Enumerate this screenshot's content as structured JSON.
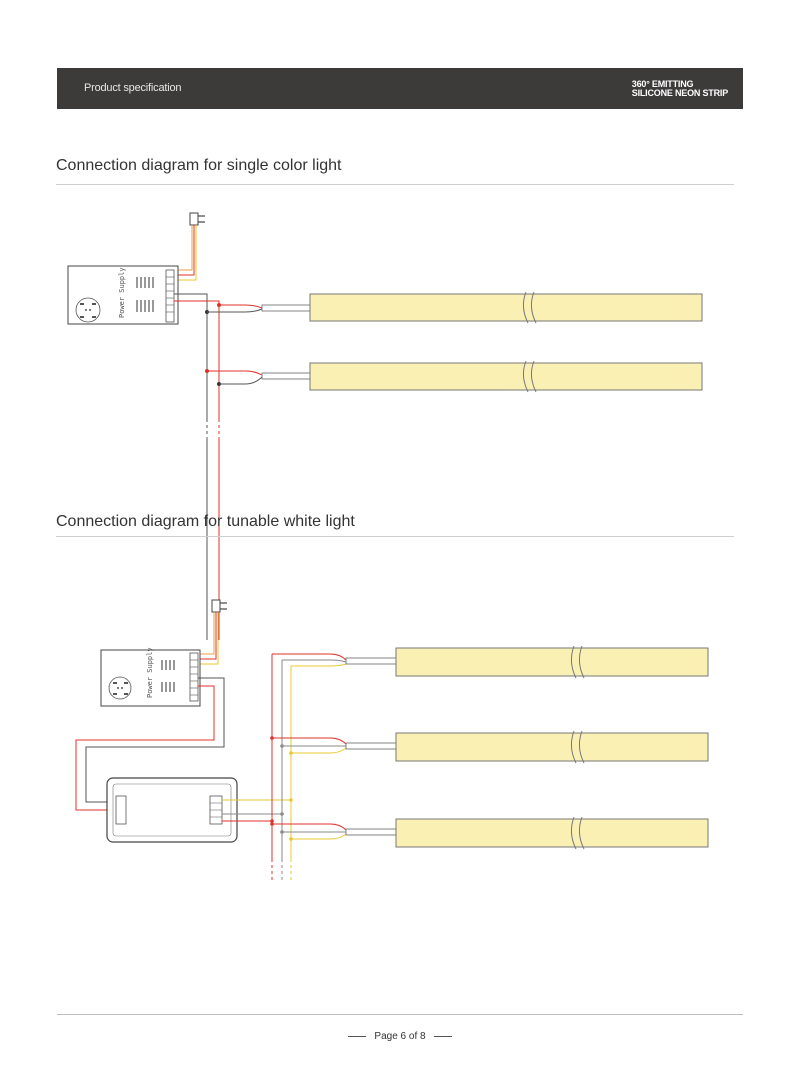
{
  "header": {
    "left_label": "Product specification",
    "right_line1": "360° EMITTING",
    "right_line2": "SILICONE NEON STRIP"
  },
  "sections": [
    {
      "title": "Connection diagram for single color light",
      "psu_label": "Power Supply"
    },
    {
      "title": "Connection diagram for tunable white light",
      "psu_label": "Power Supply"
    }
  ],
  "footer": {
    "page_text": "Page 6 of  8"
  },
  "colors": {
    "header_bg": "#3d3a3a",
    "strip_fill": "#faf0b4",
    "wire_red": "#e0302a",
    "wire_yellow": "#e8c830",
    "wire_gray": "#8a8a8a"
  }
}
